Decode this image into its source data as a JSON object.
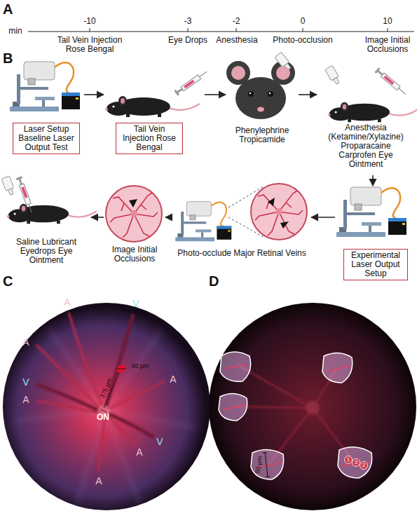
{
  "diagram": {
    "nodes": [
      {
        "text": [
          "Laser Setup Baseline Laser Output Test"
        ]
      },
      {
        "text": [
          "Tail Vein Injection Rose Bengal"
        ]
      },
      {
        "text": [
          "Phenylephrine Tropicamide"
        ]
      },
      {
        "text": [
          "Anesthesia (Ketamine/Xylazine) Proparacaine Carprofen Eye Ointment"
        ]
      },
      {
        "text": [
          "Experimental Laser Output Setup"
        ]
      },
      {
        "text": [
          "Photo-occlude Major Retinal Veins"
        ]
      },
      {
        "text": [
          "Image Initial Occlusions"
        ]
      },
      {
        "text": [
          "Saline Lubricant Eyedrops Eye Ointment"
        ]
      }
    ],
    "edges": [
      {
        "from": 0,
        "to": 1,
        "arrow": "to"
      },
      {
        "from": 1,
        "to": 2,
        "arrow": "to"
      },
      {
        "from": 2,
        "to": 3,
        "arrow": "to"
      },
      {
        "from": 3,
        "to": 4,
        "arrow": "to"
      },
      {
        "from": 4,
        "to": 5,
        "arrow": "to"
      },
      {
        "from": 5,
        "to": 6,
        "arrow": "to"
      },
      {
        "from": 6,
        "to": 7,
        "arrow": "to"
      }
    ],
    "labels": [
      "A",
      "min",
      "-10",
      "-3",
      "-2",
      "0",
      "10",
      "Tail Vein Injection Rose Bengal",
      "Eye Drops",
      "Anesthesia",
      "Photo-occlusion",
      "Image Initial Occlusions",
      "B",
      "C",
      "A",
      "V",
      "A",
      "V",
      "A",
      "A",
      "V",
      "A",
      "A",
      "ON",
      "50 µm",
      "375 µm",
      "D",
      "1",
      "3",
      "2",
      "50 µm"
    ]
  }
}
